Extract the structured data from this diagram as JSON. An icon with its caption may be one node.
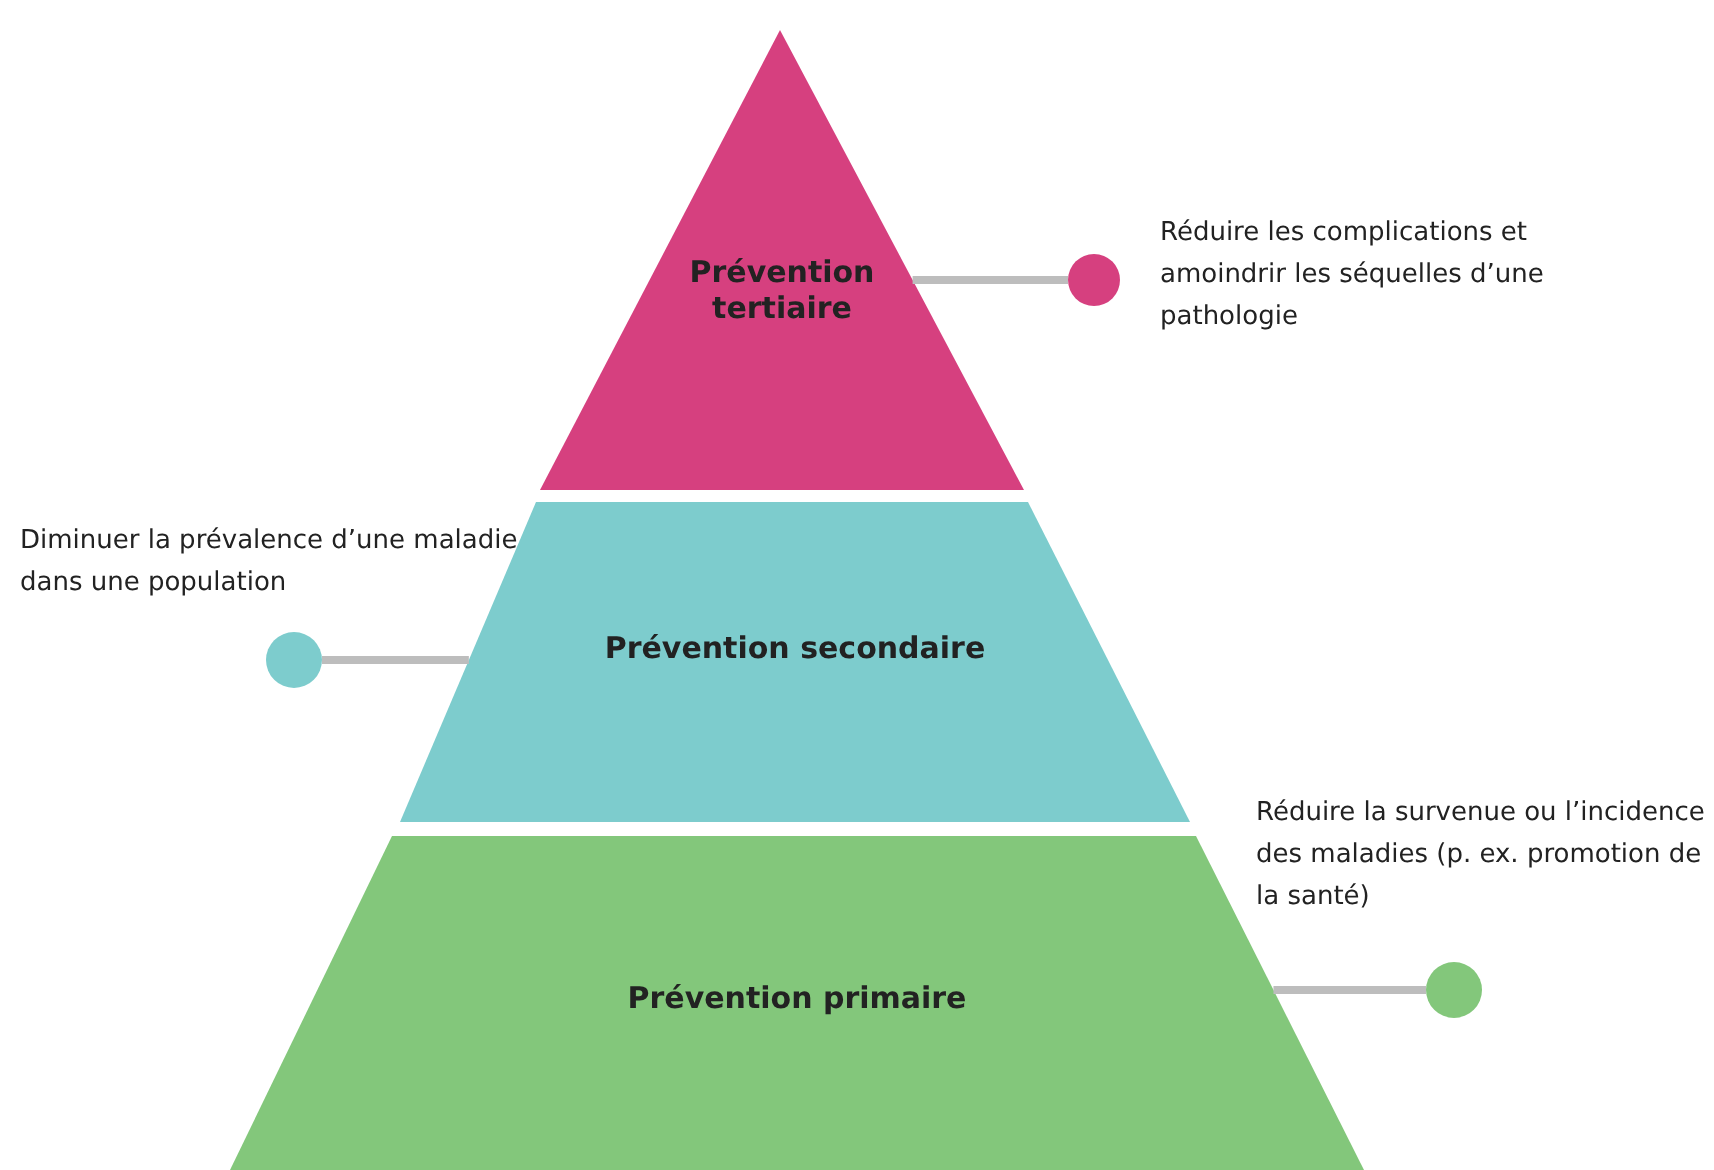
{
  "diagram": {
    "nodes": [
      {
        "text": [
          "Prévention tertiaire"
        ]
      },
      {
        "text": [
          "Prévention secondaire"
        ]
      },
      {
        "text": [
          "Prévention primaire"
        ]
      },
      {
        "text": [],
        "shape": "circle"
      },
      {
        "text": [],
        "shape": "circle"
      },
      {
        "text": [],
        "shape": "circle"
      }
    ],
    "edges": [
      {
        "from": 3,
        "to": 0,
        "arrow": "none"
      },
      {
        "from": 4,
        "to": 1,
        "arrow": "none"
      },
      {
        "from": 5,
        "to": 2,
        "arrow": "none"
      }
    ],
    "labels": [
      "Réduire les complications et amoindrir les séquelles d’une pathologie",
      "Diminuer la prévalence d’une maladie dans une population",
      "Réduire la survenue ou l’incidence des maladies (p. ex. promotion de la santé)"
    ]
  }
}
